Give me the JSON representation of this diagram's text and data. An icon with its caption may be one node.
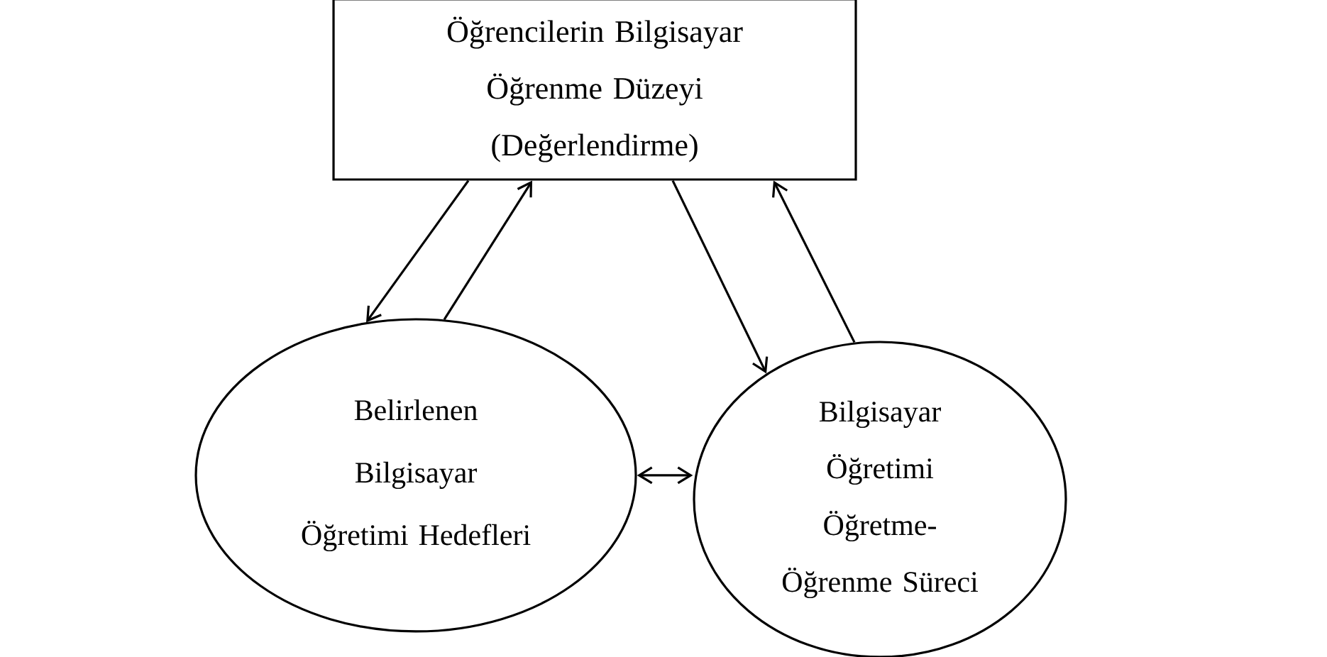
{
  "diagram": {
    "nodes": [
      {
        "text": [
          "Öğrencilerin Bilgisayar Öğrenme Düzeyi (Değerlendirme)"
        ]
      },
      {
        "text": [
          "Belirlenen Bilgisayar Öğretimi Hedefleri"
        ]
      },
      {
        "text": [
          "Bilgisayar Öğretimi Öğretme-Öğrenme Süreci"
        ]
      }
    ],
    "edges": [
      {
        "from": 0,
        "to": 1,
        "arrow": "to"
      },
      {
        "from": 1,
        "to": 0,
        "arrow": "to"
      },
      {
        "from": 0,
        "to": 2,
        "arrow": "to"
      },
      {
        "from": 2,
        "to": 0,
        "arrow": "to"
      },
      {
        "from": 1,
        "to": 2,
        "arrow": "both"
      }
    ]
  }
}
